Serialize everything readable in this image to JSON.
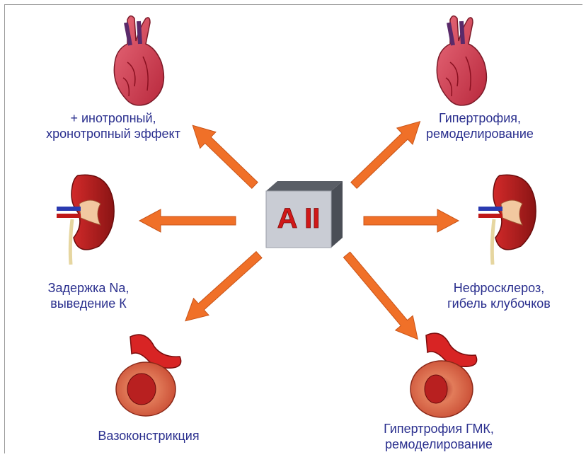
{
  "center": {
    "label": "A II"
  },
  "effects": {
    "inotropic": {
      "line1": "+ инотропный,",
      "line2": "хронотропный эффект",
      "icon": "heart-icon"
    },
    "hypertrophy": {
      "line1": "Гипертрофия,",
      "line2": "ремоделирование",
      "icon": "heart-icon"
    },
    "sodium": {
      "line1": "Задержка Na,",
      "line2": "выведение К",
      "icon": "kidney-icon"
    },
    "nephrosclerosis": {
      "line1": "Нефросклероз,",
      "line2": "гибель клубочков",
      "icon": "kidney-icon"
    },
    "vasoconstriction": {
      "line1": "Вазоконстрикция",
      "icon": "vessel-icon"
    },
    "smc_hypertrophy": {
      "line1": "Гипертрофия ГМК,",
      "line2": "ремоделирование",
      "icon": "vessel-icon"
    }
  },
  "colors": {
    "arrow": "#f07028",
    "text": "#2a2f8e",
    "box": "#c8ccd6",
    "center_text": "#d01818"
  }
}
